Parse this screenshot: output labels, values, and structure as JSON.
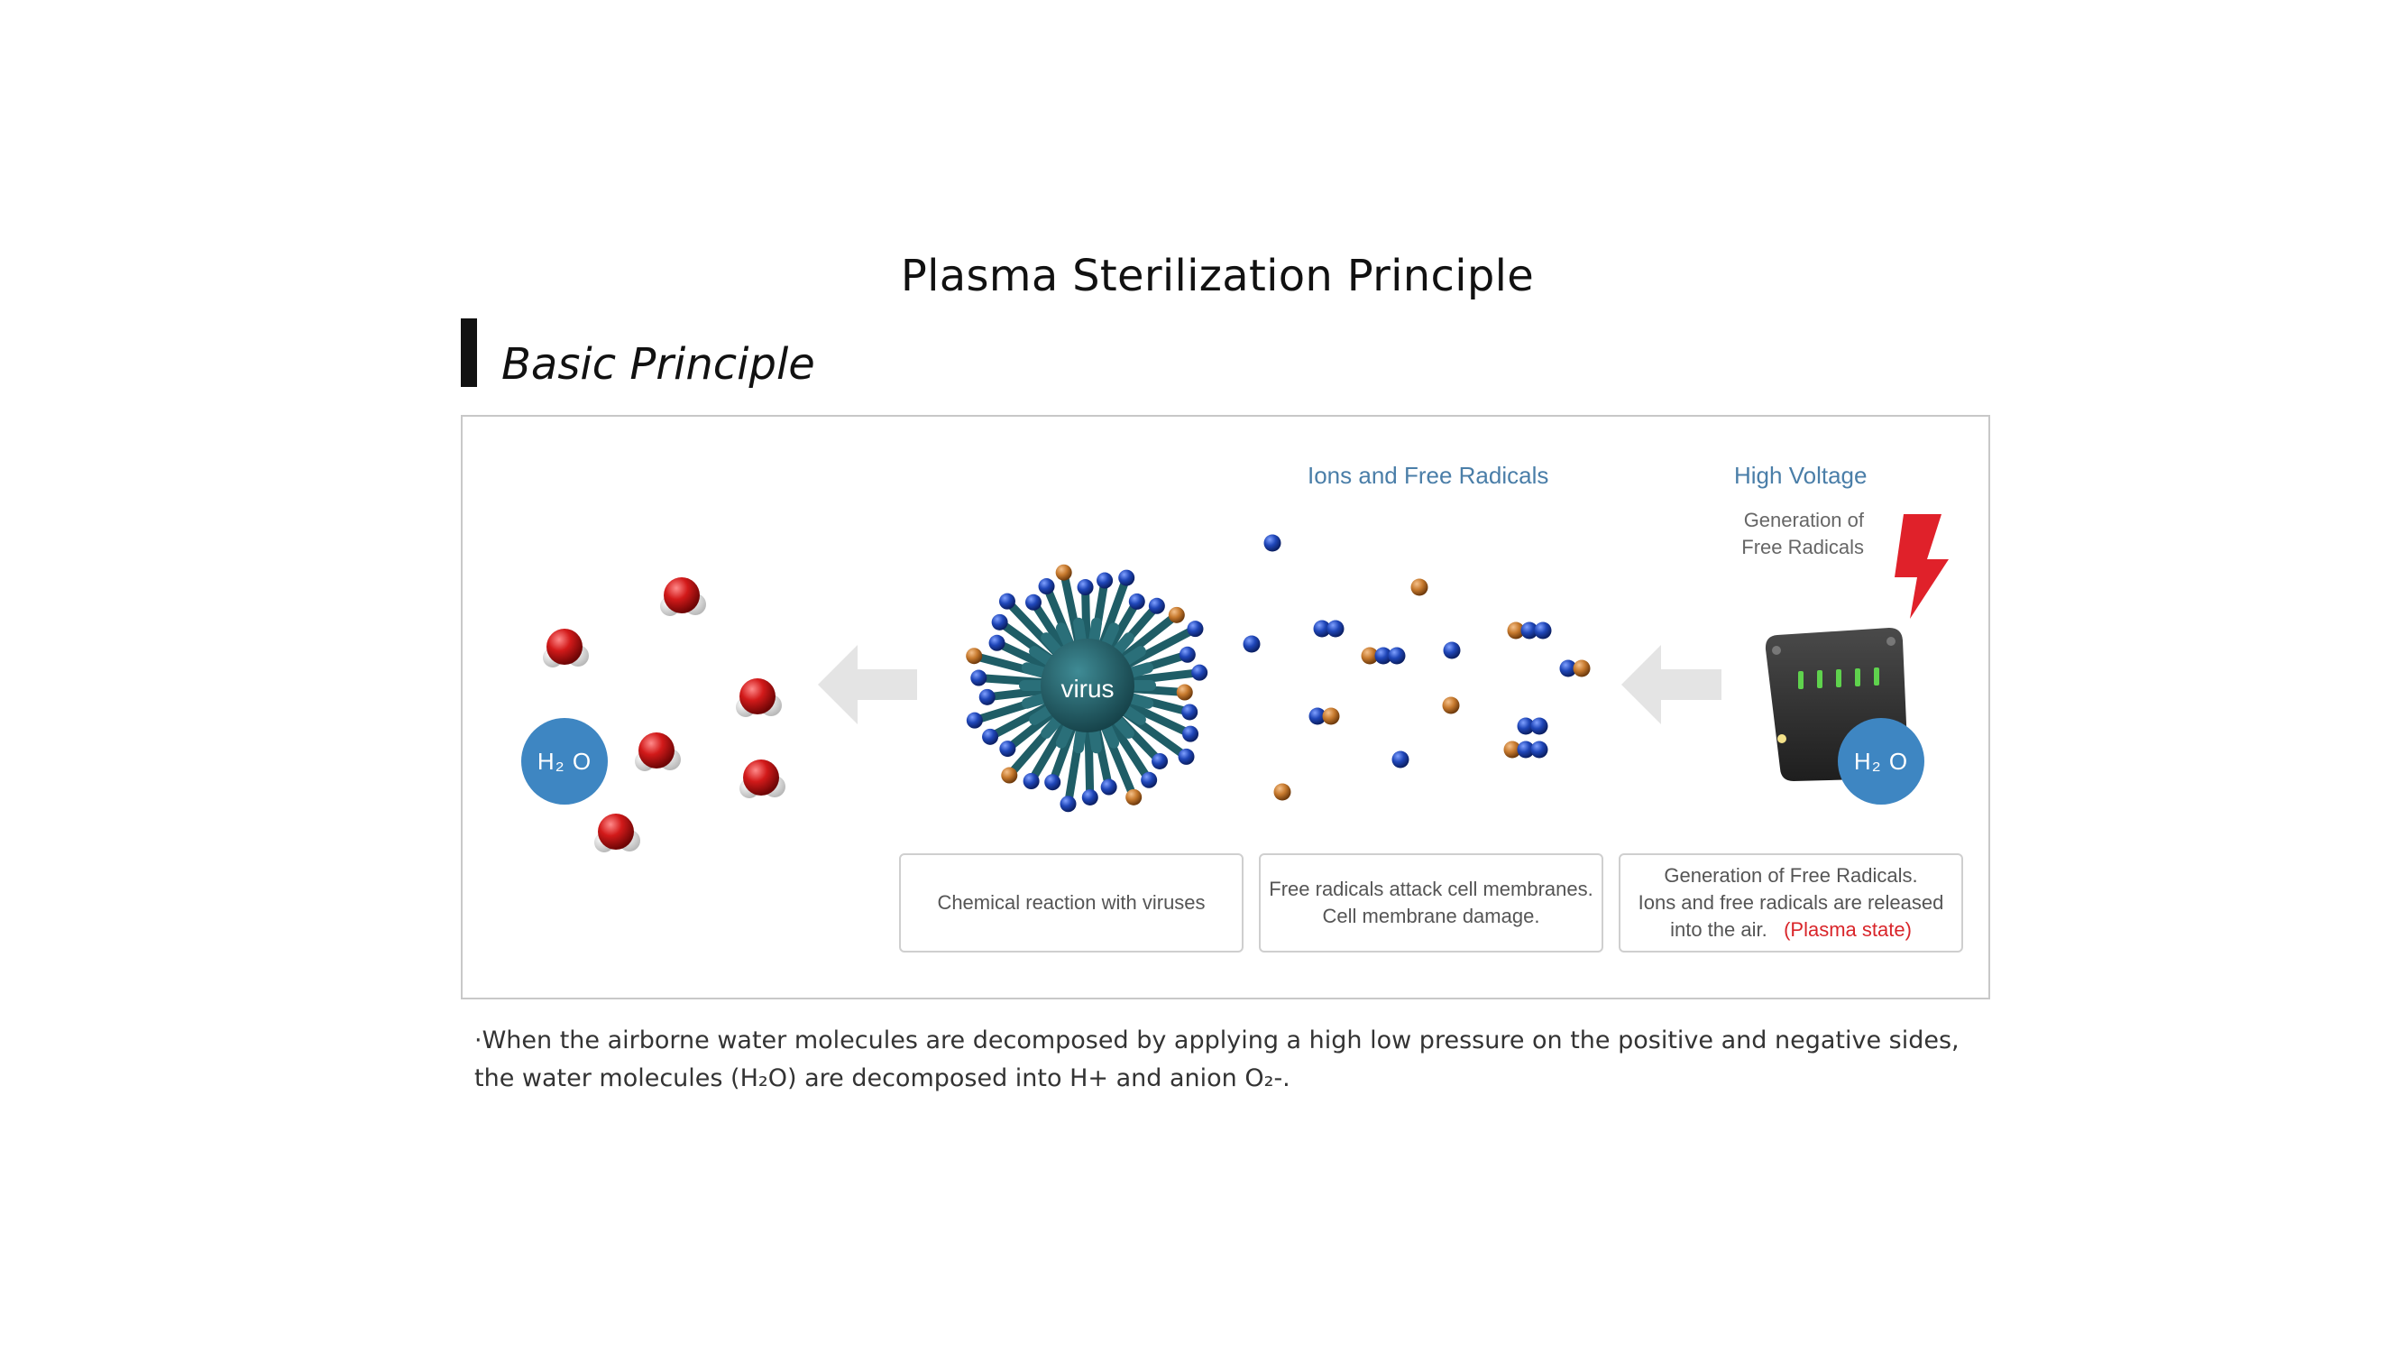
{
  "page": {
    "title": "Plasma Sterilization Principle",
    "section_title": "Basic Principle"
  },
  "diagram": {
    "header_ions": "Ions and Free Radicals",
    "header_voltage": "High Voltage",
    "generation_line1": "Generation of",
    "generation_line2": "Free Radicals",
    "h2o_left": "H₂ O",
    "h2o_right": "H₂ O",
    "virus_label": "virus",
    "stages": [
      {
        "line1": "Chemical reaction with viruses",
        "line2": ""
      },
      {
        "line1": "Free radicals attack cell membranes.",
        "line2": "Cell membrane damage."
      },
      {
        "line1": "Generation of Free Radicals.",
        "line2": "Ions and free radicals are released",
        "line3": "into the air.",
        "line3_highlight": "(Plasma state)"
      }
    ],
    "colors": {
      "accent_blue": "#4a7ea8",
      "badge_blue": "#3e86c2",
      "highlight_red": "#d9252a",
      "virus_teal": "#1f5d66"
    },
    "icons": [
      "water-molecule-icon",
      "virus-icon",
      "arrow-left-icon",
      "lightning-bolt-icon",
      "plasma-device-icon"
    ]
  },
  "description": "·When the airborne water molecules are decomposed by applying a high low pressure on the positive and negative sides, the water molecules (H₂O) are decomposed into H+ and anion O₂-."
}
